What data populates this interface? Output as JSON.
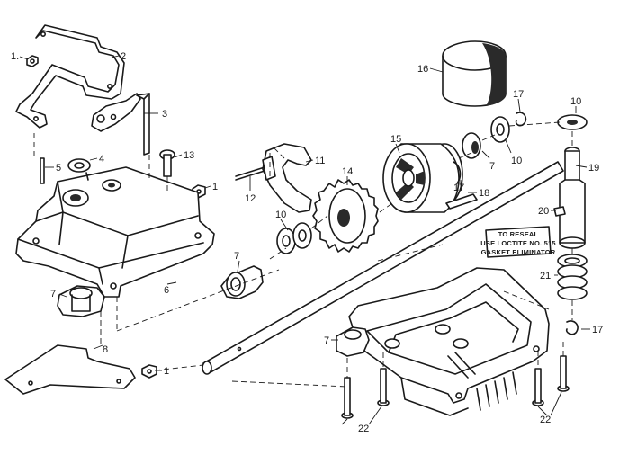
{
  "callouts": [
    {
      "label": "1."
    },
    {
      "label": "2"
    },
    {
      "label": "3"
    },
    {
      "label": "4"
    },
    {
      "label": "5"
    },
    {
      "label": "6"
    },
    {
      "label": "7"
    },
    {
      "label": "8"
    },
    {
      "label": "1"
    },
    {
      "label": "13"
    },
    {
      "label": "1"
    },
    {
      "label": "11"
    },
    {
      "label": "12"
    },
    {
      "label": "10"
    },
    {
      "label": "7"
    },
    {
      "label": "14"
    },
    {
      "label": "15"
    },
    {
      "label": "16"
    },
    {
      "label": "17"
    },
    {
      "label": "7"
    },
    {
      "label": "10"
    },
    {
      "label": "17"
    },
    {
      "label": "18"
    },
    {
      "label": "10"
    },
    {
      "label": "19"
    },
    {
      "label": "20"
    },
    {
      "label": "21"
    },
    {
      "label": "17"
    },
    {
      "label": "7"
    },
    {
      "label": "22"
    },
    {
      "label": "22"
    }
  ],
  "note": {
    "line1": "TO RESEAL",
    "line2": "USE LOCTITE NO. 515",
    "line3": "GASKET ELIMINATOR"
  }
}
